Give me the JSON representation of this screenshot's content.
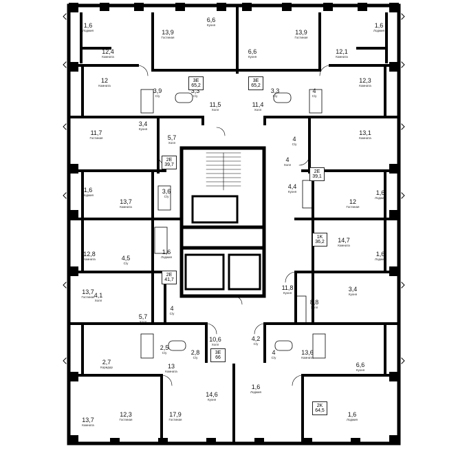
{
  "plan": {
    "apartments": [
      {
        "type": "3E",
        "area": "65,2"
      },
      {
        "type": "3E",
        "area": "65,2"
      },
      {
        "type": "2E",
        "area": "39,7"
      },
      {
        "type": "2E",
        "area": "39,1"
      },
      {
        "type": "1K",
        "area": "36,2"
      },
      {
        "type": "2E",
        "area": "41,7"
      },
      {
        "type": "3E",
        "area": "66"
      },
      {
        "type": "2K",
        "area": "64,5"
      }
    ],
    "rooms": [
      {
        "area": "1,6",
        "name": "Лоджия"
      },
      {
        "area": "13,9",
        "name": "Гостиная"
      },
      {
        "area": "6,6",
        "name": "Кухня"
      },
      {
        "area": "13,9",
        "name": "Гостиная"
      },
      {
        "area": "1,6",
        "name": "Лоджия"
      },
      {
        "area": "12,4",
        "name": "Комната"
      },
      {
        "area": "6,6",
        "name": "Кухня"
      },
      {
        "area": "12,1",
        "name": "Комната"
      },
      {
        "area": "12",
        "name": "Комната"
      },
      {
        "area": "12,3",
        "name": "Комната"
      },
      {
        "area": "3,9",
        "name": "С/у"
      },
      {
        "area": "3,3",
        "name": "С/у"
      },
      {
        "area": "3,3",
        "name": "С/у"
      },
      {
        "area": "4",
        "name": "С/у"
      },
      {
        "area": "11,5",
        "name": "Холл"
      },
      {
        "area": "11,4",
        "name": "Холл"
      },
      {
        "area": "11,7",
        "name": "Гостиная"
      },
      {
        "area": "3,4",
        "name": "Кухня"
      },
      {
        "area": "5,7",
        "name": "Холл"
      },
      {
        "area": "4",
        "name": "С/у"
      },
      {
        "area": "13,1",
        "name": "Комната"
      },
      {
        "area": "4",
        "name": "Холл"
      },
      {
        "area": "1,6",
        "name": "Лоджия"
      },
      {
        "area": "13,7",
        "name": "Комната"
      },
      {
        "area": "3,6",
        "name": "С/у"
      },
      {
        "area": "4,4",
        "name": "Кухня"
      },
      {
        "area": "12",
        "name": "Гостиная"
      },
      {
        "area": "1,6",
        "name": "Лоджия"
      },
      {
        "area": "14,7",
        "name": "Комната"
      },
      {
        "area": "1,6",
        "name": "Лоджия"
      },
      {
        "area": "12,8",
        "name": "Комната"
      },
      {
        "area": "4,5",
        "name": "С/у"
      },
      {
        "area": "1,6",
        "name": "Лоджия"
      },
      {
        "area": "13,7",
        "name": "Гостиная"
      },
      {
        "area": "4,1",
        "name": "Холл"
      },
      {
        "area": "11,8",
        "name": "Кухня"
      },
      {
        "area": "3,4",
        "name": "Кухня"
      },
      {
        "area": "5,7",
        "name": "Холл"
      },
      {
        "area": "4",
        "name": "С/у"
      },
      {
        "area": "8,8",
        "name": "Холл"
      },
      {
        "area": "10,6",
        "name": "Холл"
      },
      {
        "area": "4,2",
        "name": "С/у"
      },
      {
        "area": "2,5",
        "name": "С/у"
      },
      {
        "area": "2,8",
        "name": "С/у"
      },
      {
        "area": "4",
        "name": "С/у"
      },
      {
        "area": "13,6",
        "name": "Комната"
      },
      {
        "area": "2,7",
        "name": "Коридор"
      },
      {
        "area": "13",
        "name": "Комната"
      },
      {
        "area": "6,6",
        "name": "Кухня"
      },
      {
        "area": "14,6",
        "name": "Кухня"
      },
      {
        "area": "1,6",
        "name": "Лоджия"
      },
      {
        "area": "13,7",
        "name": "Комната"
      },
      {
        "area": "12,3",
        "name": "Гостиная"
      },
      {
        "area": "17,9",
        "name": "Гостиная"
      },
      {
        "area": "1,6",
        "name": "Лоджия"
      }
    ]
  }
}
